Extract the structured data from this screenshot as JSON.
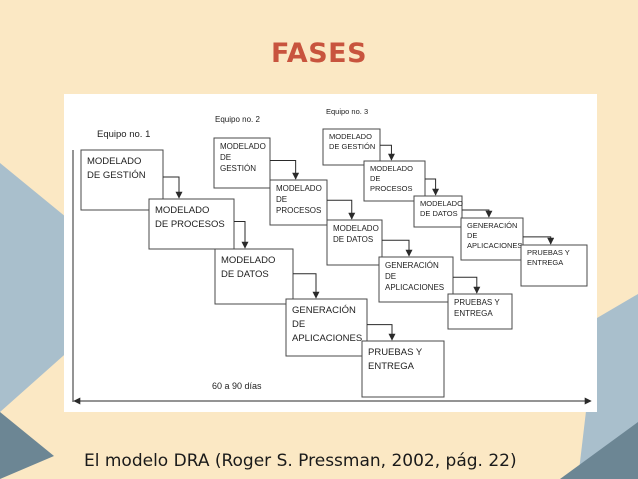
{
  "slide": {
    "title": "FASES",
    "caption": "El modelo DRA (Roger S. Pressman, 2002, pág. 22)"
  },
  "colors": {
    "background": "#fbe8c4",
    "accent_shape_light": "#a9bfcc",
    "accent_shape_dark": "#6c8694",
    "title": "#c8543e"
  },
  "diagram": {
    "teams": [
      {
        "label": "Equipo no. 1",
        "phases": [
          [
            "MODELADO",
            "DE GESTIÓN"
          ],
          [
            "MODELADO",
            "DE PROCESOS"
          ],
          [
            "MODELADO",
            "DE DATOS"
          ],
          [
            "GENERACIÓN",
            "DE",
            "APLICACIONES"
          ],
          [
            "PRUEBAS Y",
            "ENTREGA"
          ]
        ]
      },
      {
        "label": "Equipo no. 2",
        "phases": [
          [
            "MODELADO",
            "DE",
            "GESTIÓN"
          ],
          [
            "MODELADO",
            "DE",
            "PROCESOS"
          ],
          [
            "MODELADO",
            "DE DATOS"
          ],
          [
            "GENERACIÓN",
            "DE",
            "APLICACIONES"
          ],
          [
            "PRUEBAS Y",
            "ENTREGA"
          ]
        ]
      },
      {
        "label": "Equipo no. 3",
        "phases": [
          [
            "MODELADO",
            "DE GESTIÓN"
          ],
          [
            "MODELADO",
            "DE",
            "PROCESOS"
          ],
          [
            "MODELADO",
            "DE DATOS"
          ],
          [
            "GENERACIÓN",
            "DE",
            "APLICACIONES"
          ],
          [
            "PRUEBAS Y",
            "ENTREGA"
          ]
        ]
      }
    ],
    "timeline_label": "60 a 90 días"
  }
}
